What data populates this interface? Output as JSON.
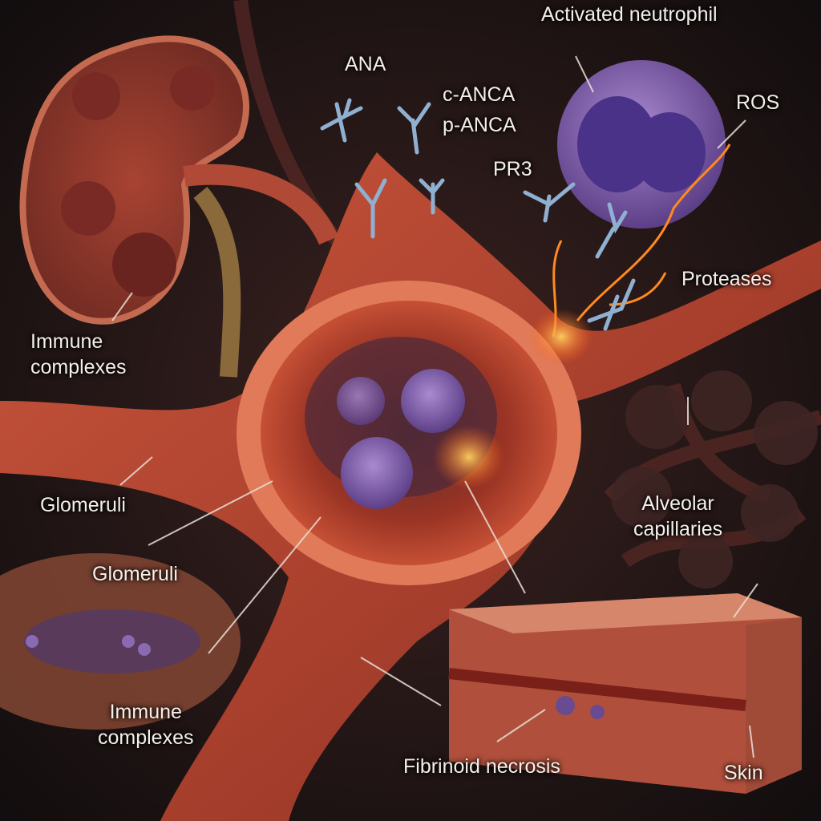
{
  "labels": {
    "ana": "ANA",
    "c_anca": "c-ANCA",
    "p_anca": "p-ANCA",
    "activated_neutrophil": "Activated neutrophil",
    "ros": "ROS",
    "pr3": "PR3",
    "proteases": "Proteases",
    "immune_complexes_top_1": "Immune",
    "immune_complexes_top_2": "complexes",
    "glomeruli_1": "Glomeruli",
    "glomeruli_2": "Glomeruli",
    "alveolar_1": "Alveolar",
    "alveolar_2": "capillaries",
    "immune_complexes_bottom_1": "Immune",
    "immune_complexes_bottom_2": "complexes",
    "fibrinoid_necrosis": "Fibrinoid necrosis",
    "skin": "Skin"
  },
  "colors": {
    "background": "#161112",
    "vessel": "#b8432f",
    "neutrophil": "#7d5aa8",
    "antibody": "#8fb0d0",
    "flame": "#ff8a1e"
  }
}
